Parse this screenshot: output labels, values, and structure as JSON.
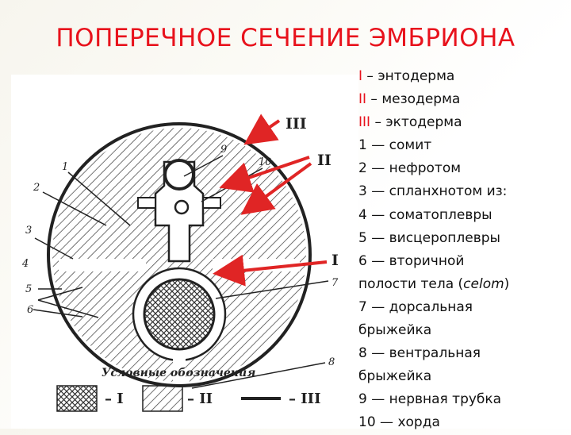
{
  "slide": {
    "title": "ПОПЕРЕЧНОЕ СЕЧЕНИЕ ЭМБРИОНА"
  },
  "colors": {
    "title": "#e8121c",
    "roman_numerals": "#e8121c",
    "arrows": "#e02525",
    "text": "#111111"
  },
  "legend_items": [
    {
      "marker": "I",
      "text": " – энтодерма"
    },
    {
      "marker": "II",
      "text": " – мезодерма"
    },
    {
      "marker": "III",
      "text": " – эктодерма"
    },
    {
      "marker": "",
      "text": "1 — сомит"
    },
    {
      "marker": "",
      "text": "2 — нефротом"
    },
    {
      "marker": "",
      "text": "3 — спланхнотом из:"
    },
    {
      "marker": "",
      "text": "4 — соматоплевры"
    },
    {
      "marker": "",
      "text": "5 — висцероплевры"
    },
    {
      "marker": "",
      "text": "6 — вторичной"
    },
    {
      "marker": "",
      "text": "полости тела (",
      "italic": "celom",
      "after": ")"
    },
    {
      "marker": "",
      "text": "7 — дорсальная"
    },
    {
      "marker": "",
      "text": "брыжейка"
    },
    {
      "marker": "",
      "text": "8 — вентральная"
    },
    {
      "marker": "",
      "text": "брыжейка"
    },
    {
      "marker": "",
      "text": "9 — нервная трубка"
    },
    {
      "marker": "",
      "text": "10 — хорда"
    }
  ],
  "figure": {
    "part_numbers": [
      "1",
      "2",
      "3",
      "4",
      "5",
      "6",
      "7",
      "8",
      "9",
      "10"
    ],
    "layer_labels": {
      "ectoderm": "III",
      "mesoderm": "II",
      "endoderm": "I"
    },
    "key_title": "Условные обозначения",
    "key_labels": [
      "– I",
      "– II",
      "– III"
    ]
  }
}
